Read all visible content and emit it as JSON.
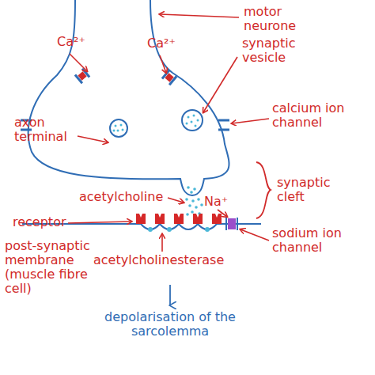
{
  "diagram": {
    "labels": [
      "motor neurone",
      "Ca²⁺",
      "Ca²⁺",
      "synaptic vesicle",
      "calcium ion channel",
      "axon terminal",
      "acetylcholine",
      "synaptic cleft",
      "receptor",
      "Na⁺",
      "sodium ion channel",
      "post-synaptic membrane (muscle fibre cell)",
      "acetylcholinesterase",
      "depolarisation of the sarcolemma"
    ]
  }
}
